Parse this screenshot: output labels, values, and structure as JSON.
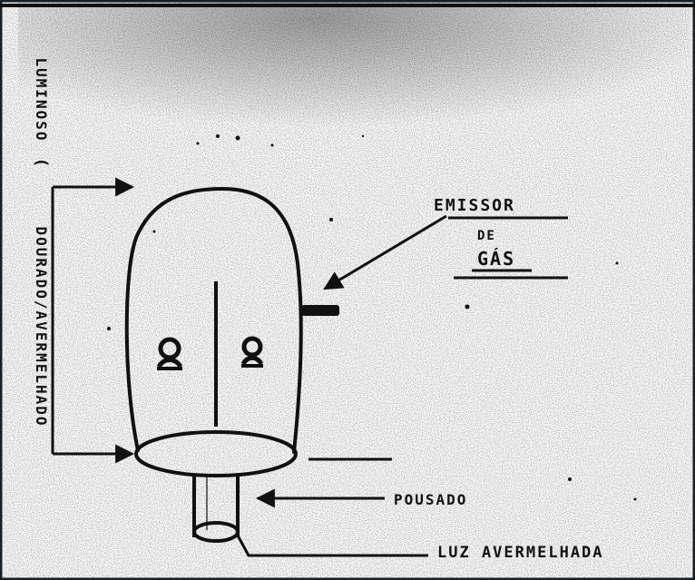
{
  "labels": {
    "side_top": "LUMINOSO",
    "side_bottom": "DOURADO/AVERMELHADO",
    "emissor_line1": "EMISSOR",
    "emissor_line2": "DE",
    "emissor_line3": "GÁS",
    "pousado": "POUSADO",
    "luz": "LUZ AVERMELHADA"
  },
  "colors": {
    "ink": "#111111",
    "paper": "#ffffff",
    "frame": "#1a1f26"
  }
}
